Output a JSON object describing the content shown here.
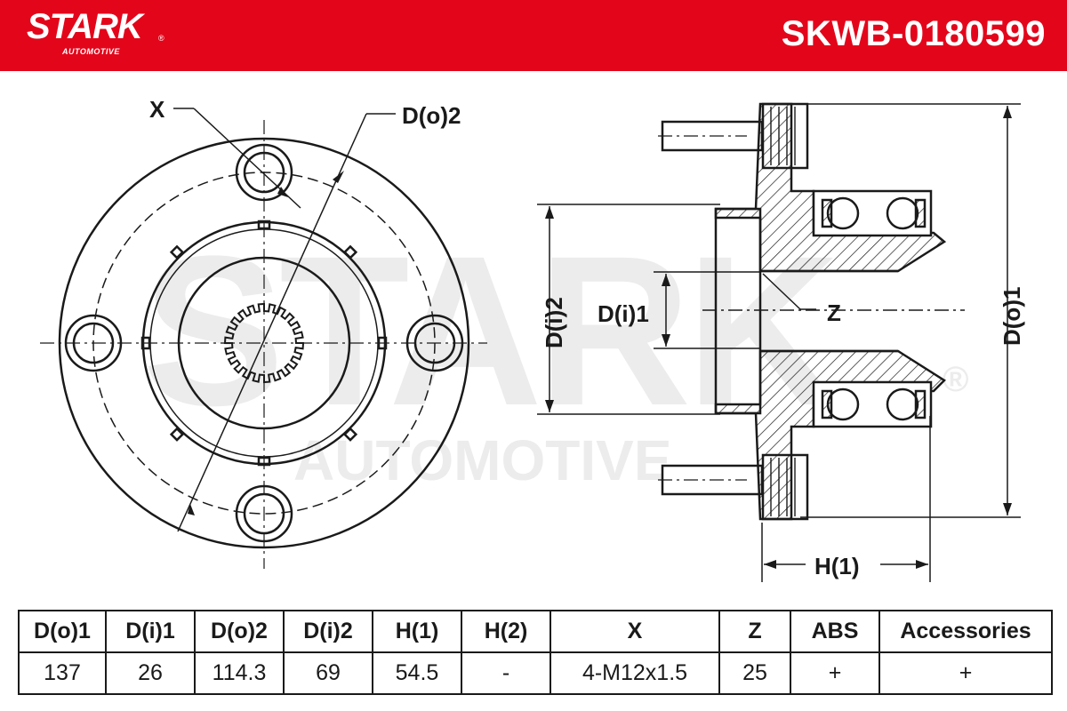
{
  "header": {
    "brand": "STARK",
    "brand_mark": "®",
    "brand_sub": "AUTOMOTIVE",
    "part_number": "SKWB-0180599",
    "brand_color": "#e3061b"
  },
  "watermark": {
    "line1": "STARK",
    "line2": "AUTOMOTIVE",
    "mark": "®"
  },
  "diagram_labels": {
    "x": "X",
    "do2": "D(o)2",
    "di2": "D(i)2",
    "di1": "D(i)1",
    "z": "Z",
    "do1": "D(o)1",
    "h1": "H(1)"
  },
  "table": {
    "headers": [
      "D(o)1",
      "D(i)1",
      "D(o)2",
      "D(i)2",
      "H(1)",
      "H(2)",
      "X",
      "Z",
      "ABS",
      "Accessories"
    ],
    "values": [
      "137",
      "26",
      "114.3",
      "69",
      "54.5",
      "-",
      "4-M12x1.5",
      "25",
      "+",
      "+"
    ]
  }
}
